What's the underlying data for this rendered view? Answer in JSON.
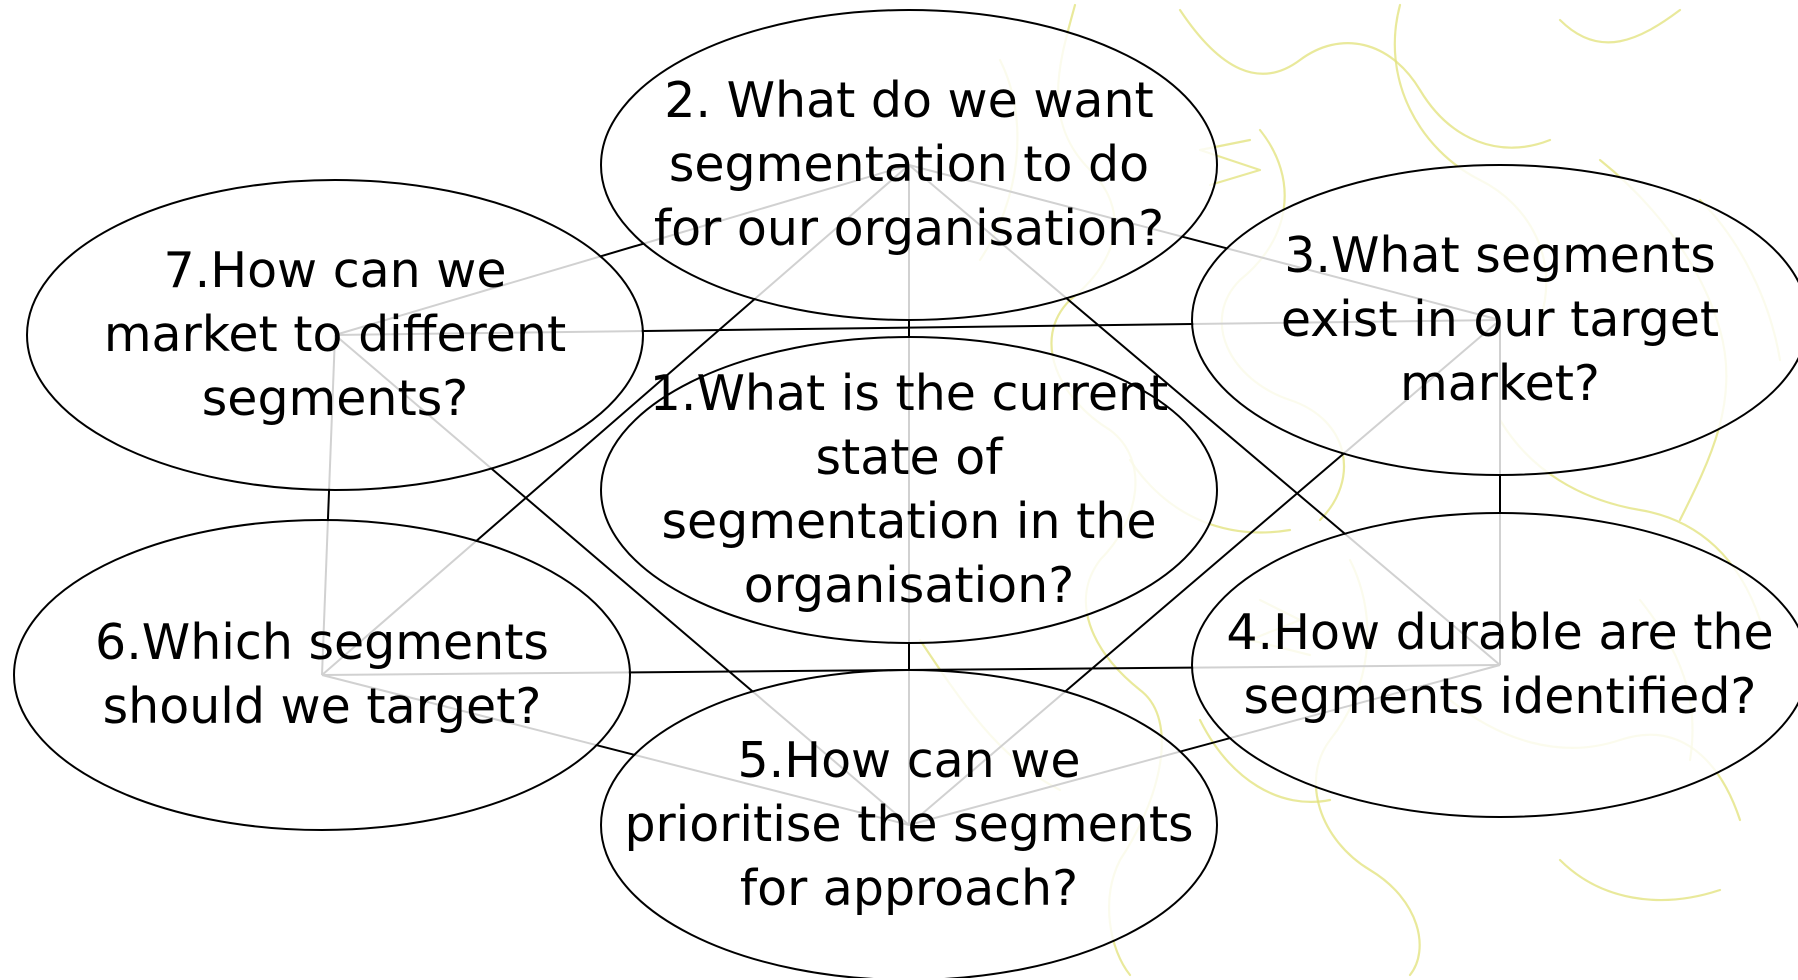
{
  "diagram": {
    "nodes": [
      {
        "id": "n1",
        "label": "1.What is the current\nstate of\nsegmentation in the\norganisation?"
      },
      {
        "id": "n2",
        "label": "2. What do we want\nsegmentation to do\nfor our organisation?"
      },
      {
        "id": "n3",
        "label": "3.What segments\nexist in our target\nmarket?"
      },
      {
        "id": "n4",
        "label": "4.How durable are the\nsegments identified?"
      },
      {
        "id": "n5",
        "label": "5.How can we\nprioritise the segments\nfor approach?"
      },
      {
        "id": "n6",
        "label": "6.Which segments\nshould we target?"
      },
      {
        "id": "n7",
        "label": "7.How can we\nmarket to different\nsegments?"
      }
    ],
    "edges": [
      [
        "n2",
        "n3"
      ],
      [
        "n3",
        "n4"
      ],
      [
        "n4",
        "n5"
      ],
      [
        "n5",
        "n6"
      ],
      [
        "n6",
        "n7"
      ],
      [
        "n7",
        "n2"
      ],
      [
        "n7",
        "n3"
      ],
      [
        "n6",
        "n4"
      ],
      [
        "n2",
        "n6"
      ],
      [
        "n2",
        "n4"
      ],
      [
        "n7",
        "n5"
      ],
      [
        "n3",
        "n5"
      ],
      [
        "n1",
        "n2"
      ],
      [
        "n1",
        "n5"
      ]
    ],
    "colors": {
      "line": "#000000",
      "sketch": "#e2e27a",
      "background": "#ffffff"
    }
  }
}
